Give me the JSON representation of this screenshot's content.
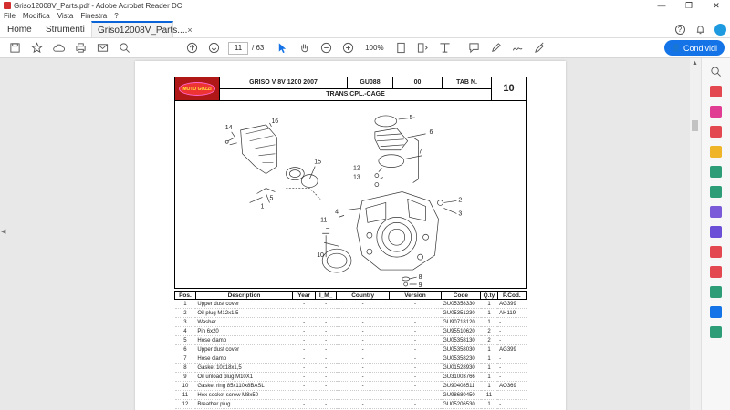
{
  "window": {
    "title": "Griso12008V_Parts.pdf - Adobe Acrobat Reader DC",
    "controls": [
      "—",
      "❐",
      "✕"
    ]
  },
  "menu": [
    "File",
    "Modifica",
    "Vista",
    "Finestra",
    "?"
  ],
  "tabs": {
    "home": "Home",
    "tools": "Strumenti",
    "doc": "Griso12008V_Parts....",
    "close": "×",
    "help": "?"
  },
  "toolbar": {
    "page_current": "11",
    "page_total": "/ 63",
    "zoom": "100%",
    "share_label": "Condividi"
  },
  "sheet": {
    "logo": "MOTO GUZZI",
    "model": "GRISO V 8V 1200 2007",
    "code": "GU088",
    "rev": "00",
    "tab_label": "TAB N.",
    "tab_number": "10",
    "group_title": "TRANS.CPL.-CAGE",
    "callouts": [
      "14",
      "16",
      "15",
      "5",
      "1",
      "4",
      "11",
      "10",
      "5",
      "6",
      "7",
      "12",
      "13",
      "2",
      "3",
      "8",
      "9"
    ]
  },
  "table": {
    "headers": [
      "Pos.",
      "Description",
      "Year",
      "I_M_",
      "Country",
      "Version",
      "Code",
      "Q.ty",
      "P.Cod."
    ],
    "rows": [
      [
        "1",
        "Upper dust cover",
        "-",
        "-",
        "-",
        "-",
        "-",
        "GU05358330",
        "1",
        "AG399"
      ],
      [
        "2",
        "Oil plug M12x1,5",
        "-",
        "-",
        "-",
        "-",
        "-",
        "GU05351230",
        "1",
        "AH119"
      ],
      [
        "3",
        "Washer",
        "-",
        "-",
        "-",
        "-",
        "-",
        "GU90718120",
        "1",
        "-"
      ],
      [
        "4",
        "Pin 6x20",
        "-",
        "-",
        "-",
        "-",
        "-",
        "GU95510620",
        "2",
        "-"
      ],
      [
        "5",
        "Hose clamp",
        "-",
        "-",
        "-",
        "-",
        "-",
        "GU05358130",
        "2",
        "-"
      ],
      [
        "6",
        "Upper dust cover",
        "-",
        "-",
        "-",
        "-",
        "-",
        "GU05358030",
        "1",
        "AG399"
      ],
      [
        "7",
        "Hose clamp",
        "-",
        "-",
        "-",
        "-",
        "-",
        "GU05358230",
        "1",
        "-"
      ],
      [
        "8",
        "Gasket 10x18x1,5",
        "-",
        "-",
        "-",
        "-",
        "-",
        "GU01528930",
        "1",
        "-"
      ],
      [
        "9",
        "Oil unload plug M10X1",
        "-",
        "-",
        "-",
        "-",
        "-",
        "GU31003766",
        "1",
        "-"
      ],
      [
        "10",
        "Gasket ring 85x110x8BASL",
        "-",
        "-",
        "-",
        "-",
        "-",
        "GU90408511",
        "1",
        "AO369"
      ],
      [
        "11",
        "Hex socket screw M8x50",
        "-",
        "-",
        "-",
        "-",
        "-",
        "GU98680450",
        "11",
        "-"
      ],
      [
        "12",
        "Breather plug",
        "-",
        "-",
        "-",
        "-",
        "-",
        "GU05206530",
        "1",
        "-"
      ]
    ]
  }
}
